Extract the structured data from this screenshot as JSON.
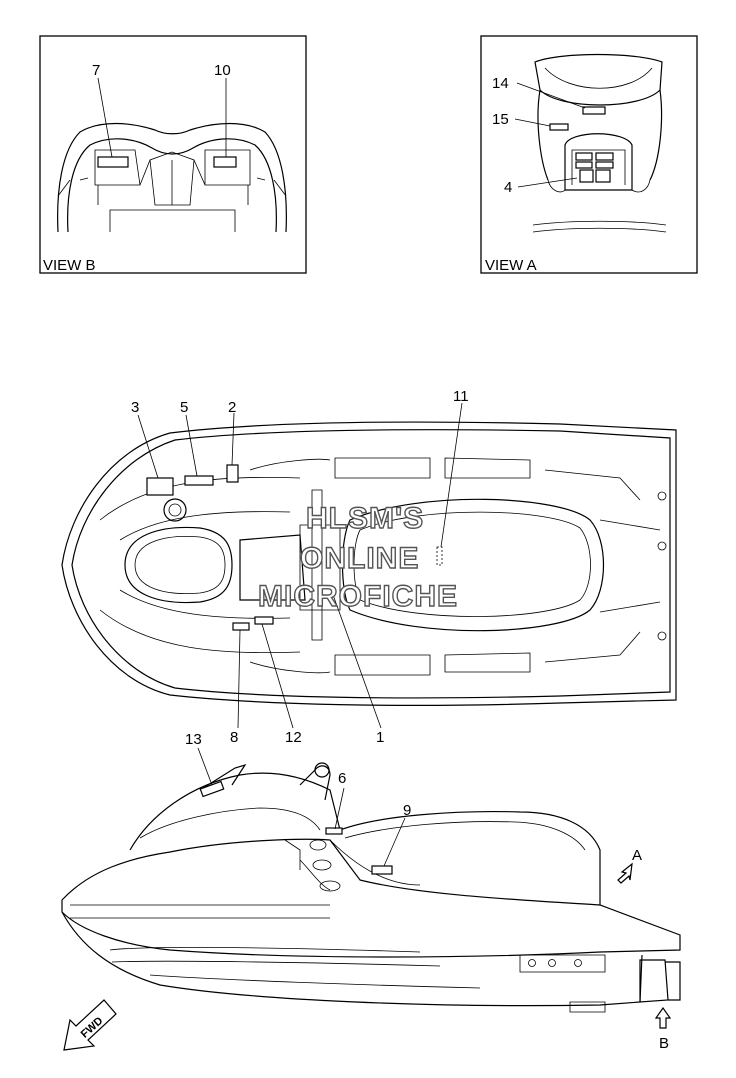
{
  "views": {
    "view_b": {
      "label": "VIEW B",
      "callouts": [
        "7",
        "10"
      ]
    },
    "view_a": {
      "label": "VIEW A",
      "callouts": [
        "14",
        "15",
        "4"
      ]
    }
  },
  "top_view": {
    "callouts": [
      "3",
      "5",
      "2",
      "11",
      "8",
      "12",
      "1"
    ]
  },
  "side_view": {
    "callouts": [
      "13",
      "6",
      "9"
    ],
    "arrow_a": "A",
    "arrow_b": "B",
    "fwd_label": "FWD"
  },
  "watermark": {
    "line1": "HLSM'S",
    "line2": "ONLINE",
    "line3": "MICROFICHE"
  }
}
